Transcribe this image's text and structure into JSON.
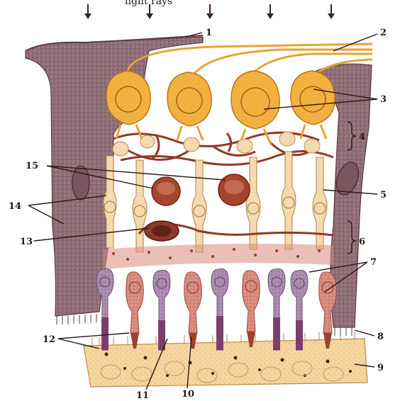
{
  "diagram": {
    "top_partial_text": "light rays",
    "labels": [
      {
        "id": "1",
        "text": "1"
      },
      {
        "id": "2",
        "text": "2"
      },
      {
        "id": "3",
        "text": "3"
      },
      {
        "id": "4",
        "text": "4"
      },
      {
        "id": "5",
        "text": "5"
      },
      {
        "id": "6",
        "text": "6"
      },
      {
        "id": "7",
        "text": "7"
      },
      {
        "id": "8",
        "text": "8"
      },
      {
        "id": "9",
        "text": "9"
      },
      {
        "id": "10",
        "text": "10"
      },
      {
        "id": "11",
        "text": "11"
      },
      {
        "id": "12",
        "text": "12"
      },
      {
        "id": "13",
        "text": "13"
      },
      {
        "id": "14",
        "text": "14"
      },
      {
        "id": "15",
        "text": "15"
      }
    ],
    "arrow_count": 5,
    "colors": {
      "ganglion": "#f1ae3a",
      "ganglion_nucleus": "#e39a22",
      "bipolar": "#f6dcb2",
      "muller_glia": "#8e6d76",
      "amacrine_horizontal": "#a6452d",
      "cone": "#c97a6e",
      "rod": "#a17ba4",
      "pigment_epithelium": "#f5d6a0",
      "outline": "#4a2418"
    }
  }
}
